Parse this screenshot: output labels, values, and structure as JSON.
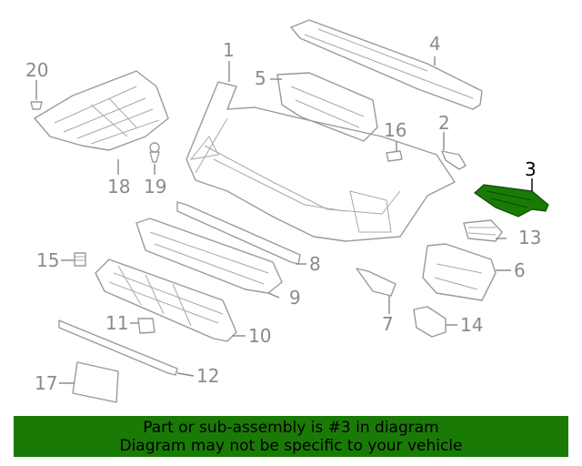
{
  "callouts": {
    "c1": "1",
    "c2": "2",
    "c3": "3",
    "c4": "4",
    "c5": "5",
    "c6": "6",
    "c7": "7",
    "c8": "8",
    "c9": "9",
    "c10": "10",
    "c11": "11",
    "c12": "12",
    "c13": "13",
    "c14": "14",
    "c15": "15",
    "c16": "16",
    "c17": "17",
    "c18": "18",
    "c19": "19",
    "c20": "20"
  },
  "highlighted_part": "3",
  "colors": {
    "highlight": "#1a7a06",
    "line": "#9a9a9a",
    "banner": "#1a7a06"
  },
  "banner": {
    "line1": "Part or sub-assembly is #3 in diagram",
    "line2": "Diagram may not be specific to your vehicle"
  }
}
